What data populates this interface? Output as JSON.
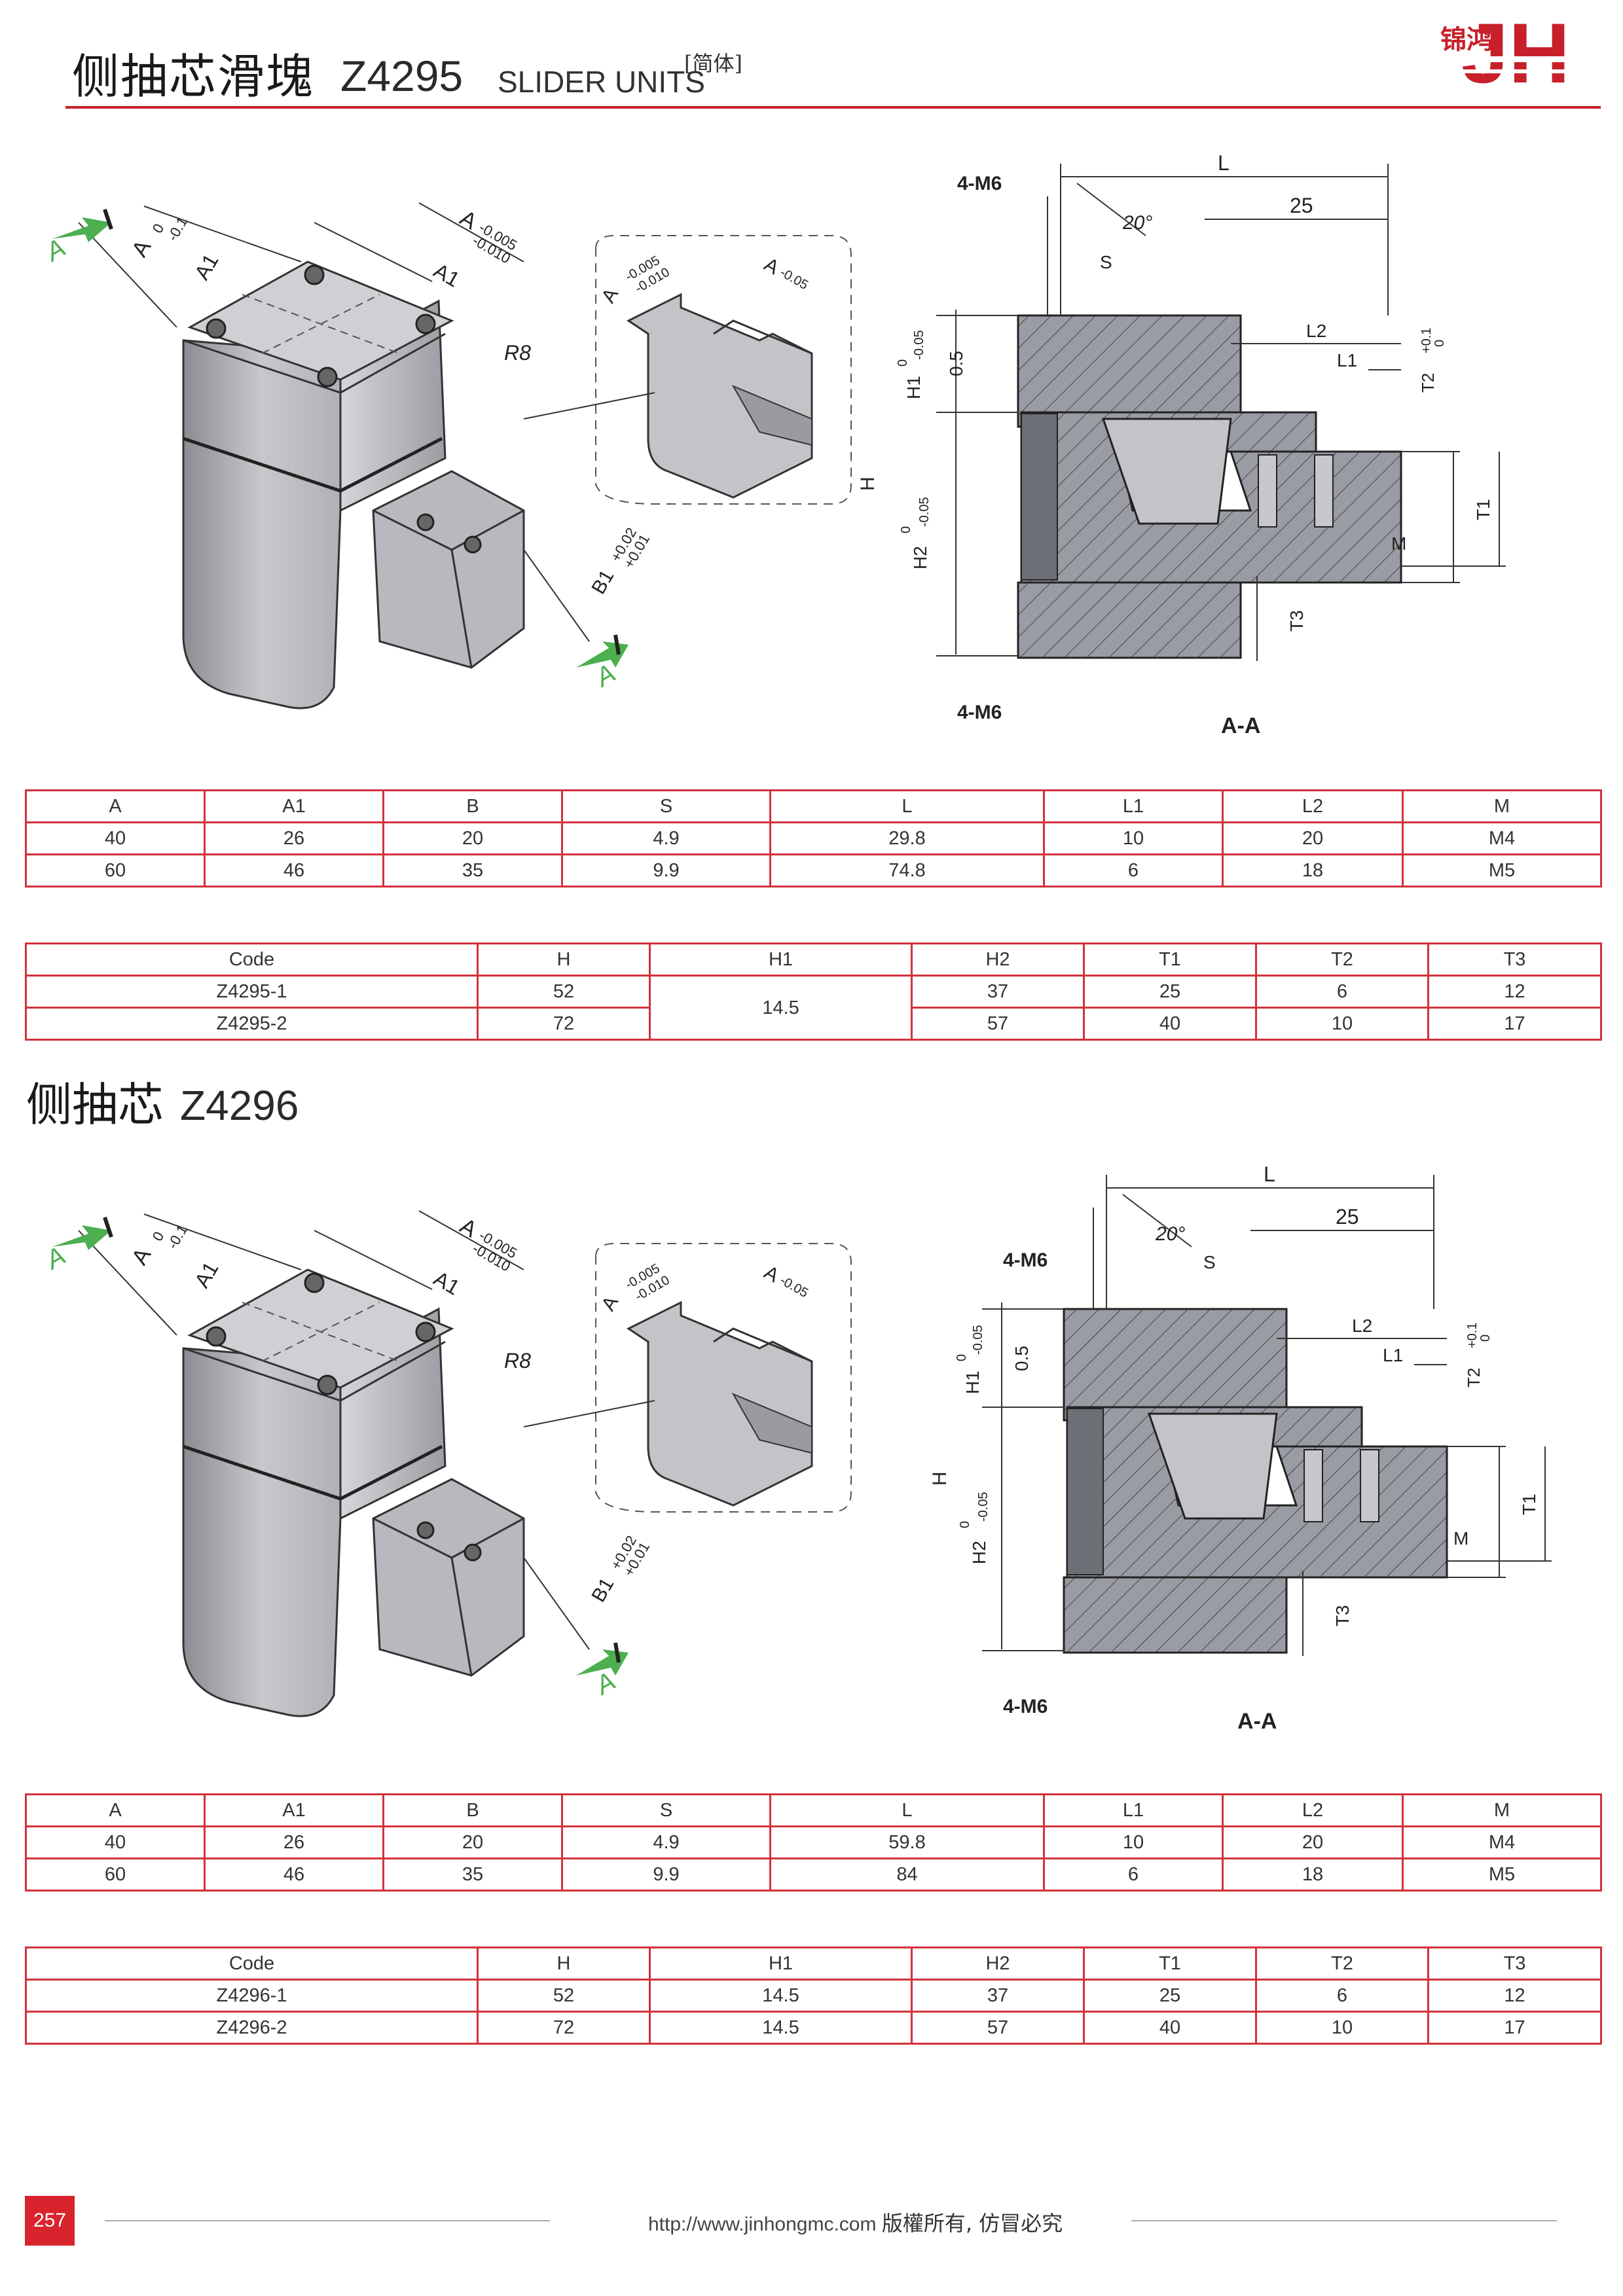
{
  "header": {
    "title_cn": "侧抽芯滑塊",
    "code": "Z4295",
    "title_en": "SLIDER UNITS",
    "tag": "[简体]",
    "logo_text": "锦鸿",
    "logo_mark": "JH"
  },
  "colors": {
    "accent": "#d2323c",
    "logo_red": "#c8202a"
  },
  "drawing_labels": {
    "view_a": "A",
    "a_dim": "A",
    "a_tol_1": "0",
    "a_tol_2": "-0.1",
    "a_right_tol_1": "-0.005",
    "a_right_tol_2": "-0.010",
    "a1": "A1",
    "r8": "R8",
    "b1": "B1",
    "b1_tol_1": "+0.02",
    "b1_tol_2": "+0.01",
    "detail_a_tol_1": "-0.005",
    "detail_a_tol_2": "-0.010",
    "detail_a_tol_3": "-0.05",
    "l": "L",
    "l_25": "25",
    "angle": "20°",
    "s": "S",
    "m6": "4-M6",
    "h": "H",
    "h1": "H1",
    "h1_tol_1": "0",
    "h1_tol_2": "-0.05",
    "gap": "0.5",
    "h2": "H2",
    "h2_tol_1": "0",
    "h2_tol_2": "-0.05",
    "l1": "L1",
    "l2": "L2",
    "t1": "T1",
    "t2": "T2",
    "t2_tol_1": "+0.1",
    "t2_tol_2": "0",
    "t3": "T3",
    "m": "M",
    "section": "A-A"
  },
  "section1": {
    "table_a": {
      "headers": [
        "A",
        "A1",
        "B",
        "S",
        "L",
        "L1",
        "L2",
        "M"
      ],
      "rows": [
        [
          "40",
          "26",
          "20",
          "4.9",
          "29.8",
          "10",
          "20",
          "M4"
        ],
        [
          "60",
          "46",
          "35",
          "9.9",
          "74.8",
          "6",
          "18",
          "M5"
        ]
      ]
    },
    "table_b": {
      "headers": [
        "Code",
        "H",
        "H1",
        "H2",
        "T1",
        "T2",
        "T3"
      ],
      "rows": [
        [
          "Z4295-1",
          "52",
          "14.5",
          "37",
          "25",
          "6",
          "12"
        ],
        [
          "Z4295-2",
          "72",
          "",
          "57",
          "40",
          "10",
          "17"
        ]
      ]
    }
  },
  "section2": {
    "title_cn": "侧抽芯",
    "code": "Z4296",
    "table_a": {
      "headers": [
        "A",
        "A1",
        "B",
        "S",
        "L",
        "L1",
        "L2",
        "M"
      ],
      "rows": [
        [
          "40",
          "26",
          "20",
          "4.9",
          "59.8",
          "10",
          "20",
          "M4"
        ],
        [
          "60",
          "46",
          "35",
          "9.9",
          "84",
          "6",
          "18",
          "M5"
        ]
      ]
    },
    "table_b": {
      "headers": [
        "Code",
        "H",
        "H1",
        "H2",
        "T1",
        "T2",
        "T3"
      ],
      "rows": [
        [
          "Z4296-1",
          "52",
          "14.5",
          "37",
          "25",
          "6",
          "12"
        ],
        [
          "Z4296-2",
          "72",
          "14.5",
          "57",
          "40",
          "10",
          "17"
        ]
      ]
    }
  },
  "footer": {
    "page_number": "257",
    "url": "http://www.jinhongmc.com",
    "copyright": "版權所有, 仿冒必究"
  }
}
